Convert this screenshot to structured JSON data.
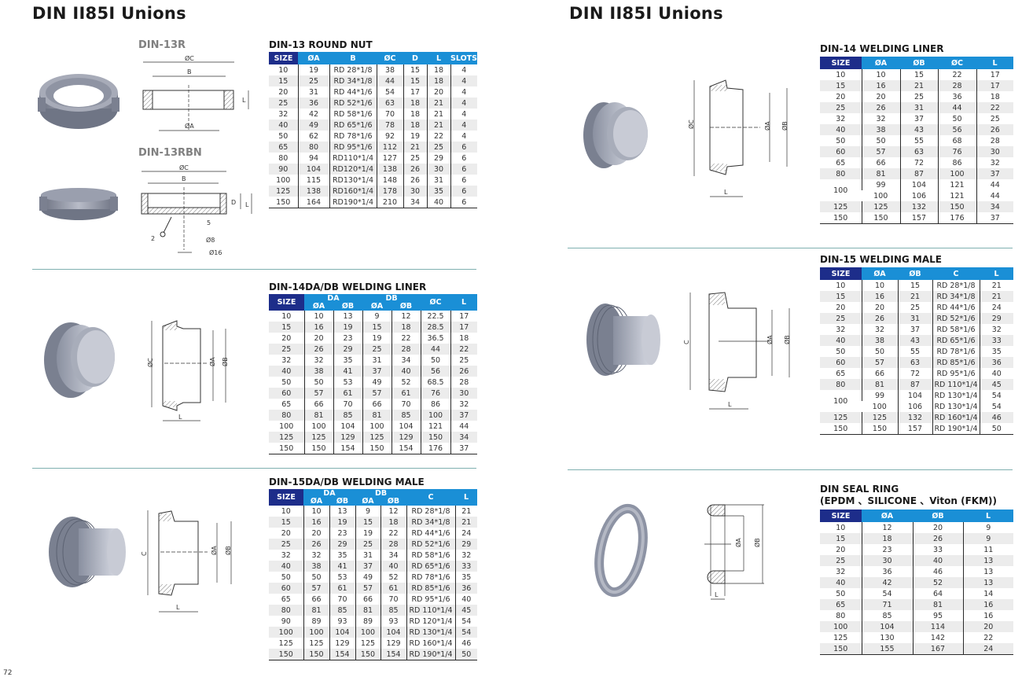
{
  "left_page": {
    "title": "DIN II85I Unions",
    "page_number": "72",
    "drawings": {
      "din13r_label": "DIN-13R",
      "din13rbn_label": "DIN-13RBN",
      "dims_13r": {
        "c": "ØC",
        "b": "B",
        "a": "ØA",
        "l": "L"
      },
      "dims_13rbn": {
        "c": "ØC",
        "b": "B",
        "d": "D",
        "l": "L",
        "five": "5",
        "two": "2",
        "d8": "Ø8",
        "d16": "Ø16"
      },
      "dims_14da": {
        "c": "ØC",
        "a": "ØA",
        "b": "ØB",
        "l": "L"
      },
      "dims_15da": {
        "c": "C",
        "a": "ØA",
        "b": "ØB",
        "l": "L"
      }
    },
    "tables": {
      "din13": {
        "title": "DIN-13 ROUND NUT",
        "headers": [
          "SIZE",
          "ØA",
          "B",
          "ØC",
          "D",
          "L",
          "SLOTS"
        ],
        "rows": [
          [
            "10",
            "19",
            "RD 28*1/8",
            "38",
            "15",
            "18",
            "4"
          ],
          [
            "15",
            "25",
            "RD 34*1/8",
            "44",
            "15",
            "18",
            "4"
          ],
          [
            "20",
            "31",
            "RD 44*1/6",
            "54",
            "17",
            "20",
            "4"
          ],
          [
            "25",
            "36",
            "RD 52*1/6",
            "63",
            "18",
            "21",
            "4"
          ],
          [
            "32",
            "42",
            "RD 58*1/6",
            "70",
            "18",
            "21",
            "4"
          ],
          [
            "40",
            "49",
            "RD 65*1/6",
            "78",
            "18",
            "21",
            "4"
          ],
          [
            "50",
            "62",
            "RD 78*1/6",
            "92",
            "19",
            "22",
            "4"
          ],
          [
            "65",
            "80",
            "RD 95*1/6",
            "112",
            "21",
            "25",
            "6"
          ],
          [
            "80",
            "94",
            "RD110*1/4",
            "127",
            "25",
            "29",
            "6"
          ],
          [
            "90",
            "104",
            "RD120*1/4",
            "138",
            "26",
            "30",
            "6"
          ],
          [
            "100",
            "115",
            "RD130*1/4",
            "148",
            "26",
            "31",
            "6"
          ],
          [
            "125",
            "138",
            "RD160*1/4",
            "178",
            "30",
            "35",
            "6"
          ],
          [
            "150",
            "164",
            "RD190*1/4",
            "210",
            "34",
            "40",
            "6"
          ]
        ]
      },
      "din14dadb": {
        "title": "DIN-14DA/DB WELDING LINER",
        "headers": {
          "size": "SIZE",
          "da": "DA",
          "db": "DB",
          "a": "ØA",
          "b": "ØB",
          "c": "ØC",
          "l": "L"
        },
        "rows": [
          [
            "10",
            "10",
            "13",
            "9",
            "12",
            "22.5",
            "17"
          ],
          [
            "15",
            "16",
            "19",
            "15",
            "18",
            "28.5",
            "17"
          ],
          [
            "20",
            "20",
            "23",
            "19",
            "22",
            "36.5",
            "18"
          ],
          [
            "25",
            "26",
            "29",
            "25",
            "28",
            "44",
            "22"
          ],
          [
            "32",
            "32",
            "35",
            "31",
            "34",
            "50",
            "25"
          ],
          [
            "40",
            "38",
            "41",
            "37",
            "40",
            "56",
            "26"
          ],
          [
            "50",
            "50",
            "53",
            "49",
            "52",
            "68.5",
            "28"
          ],
          [
            "60",
            "57",
            "61",
            "57",
            "61",
            "76",
            "30"
          ],
          [
            "65",
            "66",
            "70",
            "66",
            "70",
            "86",
            "32"
          ],
          [
            "80",
            "81",
            "85",
            "81",
            "85",
            "100",
            "37"
          ],
          [
            "100",
            "100",
            "104",
            "100",
            "104",
            "121",
            "44"
          ],
          [
            "125",
            "125",
            "129",
            "125",
            "129",
            "150",
            "34"
          ],
          [
            "150",
            "150",
            "154",
            "150",
            "154",
            "176",
            "37"
          ]
        ]
      },
      "din15dadb": {
        "title": "DIN-15DA/DB WELDING MALE",
        "headers": {
          "size": "SIZE",
          "da": "DA",
          "db": "DB",
          "a": "ØA",
          "b": "ØB",
          "c": "C",
          "l": "L"
        },
        "rows": [
          [
            "10",
            "10",
            "13",
            "9",
            "12",
            "RD 28*1/8",
            "21"
          ],
          [
            "15",
            "16",
            "19",
            "15",
            "18",
            "RD 34*1/8",
            "21"
          ],
          [
            "20",
            "20",
            "23",
            "19",
            "22",
            "RD 44*1/6",
            "24"
          ],
          [
            "25",
            "26",
            "29",
            "25",
            "28",
            "RD 52*1/6",
            "29"
          ],
          [
            "32",
            "32",
            "35",
            "31",
            "34",
            "RD 58*1/6",
            "32"
          ],
          [
            "40",
            "38",
            "41",
            "37",
            "40",
            "RD 65*1/6",
            "33"
          ],
          [
            "50",
            "50",
            "53",
            "49",
            "52",
            "RD 78*1/6",
            "35"
          ],
          [
            "60",
            "57",
            "61",
            "57",
            "61",
            "RD 85*1/6",
            "36"
          ],
          [
            "65",
            "66",
            "70",
            "66",
            "70",
            "RD 95*1/6",
            "40"
          ],
          [
            "80",
            "81",
            "85",
            "81",
            "85",
            "RD 110*1/4",
            "45"
          ],
          [
            "90",
            "89",
            "93",
            "89",
            "93",
            "RD 120*1/4",
            "54"
          ],
          [
            "100",
            "100",
            "104",
            "100",
            "104",
            "RD 130*1/4",
            "54"
          ],
          [
            "125",
            "125",
            "129",
            "125",
            "129",
            "RD 160*1/4",
            "46"
          ],
          [
            "150",
            "150",
            "154",
            "150",
            "154",
            "RD 190*1/4",
            "50"
          ]
        ]
      }
    }
  },
  "right_page": {
    "title": "DIN II85I Unions",
    "drawings": {
      "dims_14": {
        "c": "ØC",
        "a": "ØA",
        "b": "ØB",
        "l": "L"
      },
      "dims_15": {
        "c": "C",
        "a": "ØA",
        "b": "ØB",
        "l": "L"
      },
      "dims_seal": {
        "a": "ØA",
        "b": "ØB",
        "l": "L"
      }
    },
    "tables": {
      "din14": {
        "title": "DIN-14 WELDING LINER",
        "headers": [
          "SIZE",
          "ØA",
          "ØB",
          "ØC",
          "L"
        ],
        "rows": [
          [
            "10",
            "10",
            "15",
            "22",
            "17"
          ],
          [
            "15",
            "16",
            "21",
            "28",
            "17"
          ],
          [
            "20",
            "20",
            "25",
            "36",
            "18"
          ],
          [
            "25",
            "26",
            "31",
            "44",
            "22"
          ],
          [
            "32",
            "32",
            "37",
            "50",
            "25"
          ],
          [
            "40",
            "38",
            "43",
            "56",
            "26"
          ],
          [
            "50",
            "50",
            "55",
            "68",
            "28"
          ],
          [
            "60",
            "57",
            "63",
            "76",
            "30"
          ],
          [
            "65",
            "66",
            "72",
            "86",
            "32"
          ],
          [
            "80",
            "81",
            "87",
            "100",
            "37"
          ],
          [
            "100",
            "99",
            "104",
            "121",
            "44"
          ],
          [
            "",
            "100",
            "106",
            "121",
            "44"
          ],
          [
            "125",
            "125",
            "132",
            "150",
            "34"
          ],
          [
            "150",
            "150",
            "157",
            "176",
            "37"
          ]
        ]
      },
      "din15": {
        "title": "DIN-15 WELDING MALE",
        "headers": [
          "SIZE",
          "ØA",
          "ØB",
          "C",
          "L"
        ],
        "rows": [
          [
            "10",
            "10",
            "15",
            "RD 28*1/8",
            "21"
          ],
          [
            "15",
            "16",
            "21",
            "RD 34*1/8",
            "21"
          ],
          [
            "20",
            "20",
            "25",
            "RD 44*1/6",
            "24"
          ],
          [
            "25",
            "26",
            "31",
            "RD 52*1/6",
            "29"
          ],
          [
            "32",
            "32",
            "37",
            "RD 58*1/6",
            "32"
          ],
          [
            "40",
            "38",
            "43",
            "RD 65*1/6",
            "33"
          ],
          [
            "50",
            "50",
            "55",
            "RD 78*1/6",
            "35"
          ],
          [
            "60",
            "57",
            "63",
            "RD 85*1/6",
            "36"
          ],
          [
            "65",
            "66",
            "72",
            "RD 95*1/6",
            "40"
          ],
          [
            "80",
            "81",
            "87",
            "RD 110*1/4",
            "45"
          ],
          [
            "100",
            "99",
            "104",
            "RD 130*1/4",
            "54"
          ],
          [
            "",
            "100",
            "106",
            "RD 130*1/4",
            "54"
          ],
          [
            "125",
            "125",
            "132",
            "RD 160*1/4",
            "46"
          ],
          [
            "150",
            "150",
            "157",
            "RD 190*1/4",
            "50"
          ]
        ]
      },
      "seal": {
        "title_line1": "DIN SEAL RING",
        "title_line2": "(EPDM 、SILICONE 、Viton (FKM))",
        "headers": [
          "SIZE",
          "ØA",
          "ØB",
          "L"
        ],
        "rows": [
          [
            "10",
            "12",
            "20",
            "9"
          ],
          [
            "15",
            "18",
            "26",
            "9"
          ],
          [
            "20",
            "23",
            "33",
            "11"
          ],
          [
            "25",
            "30",
            "40",
            "13"
          ],
          [
            "32",
            "36",
            "46",
            "13"
          ],
          [
            "40",
            "42",
            "52",
            "13"
          ],
          [
            "50",
            "54",
            "64",
            "14"
          ],
          [
            "65",
            "71",
            "81",
            "16"
          ],
          [
            "80",
            "85",
            "95",
            "16"
          ],
          [
            "100",
            "104",
            "114",
            "20"
          ],
          [
            "125",
            "130",
            "142",
            "22"
          ],
          [
            "150",
            "155",
            "167",
            "24"
          ]
        ]
      }
    }
  },
  "colors": {
    "header_blue": "#1a8fd6",
    "header_navy": "#1d2d8a",
    "divider": "#7fb0b0",
    "row_alt": "#ececec"
  }
}
